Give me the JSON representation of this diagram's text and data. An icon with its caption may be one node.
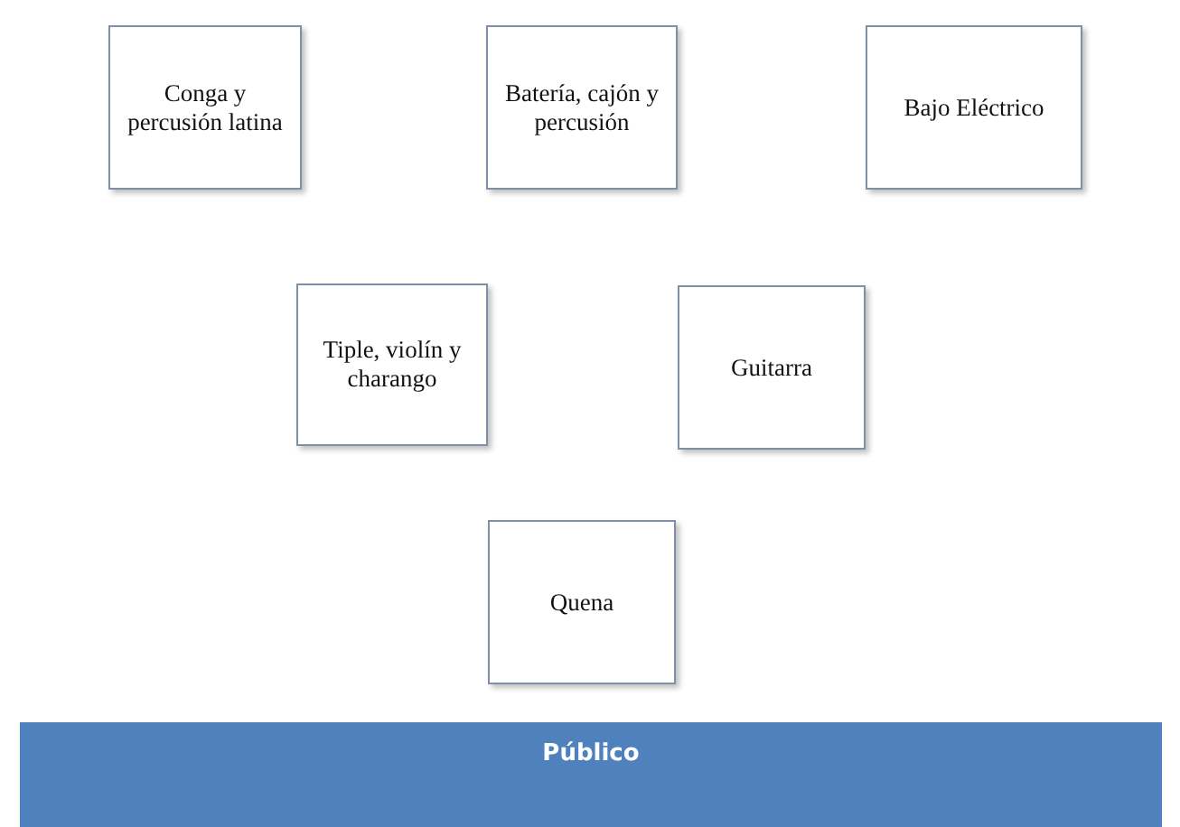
{
  "diagram": {
    "nodes": [
      {
        "text": [
          "Conga y percusión latina"
        ]
      },
      {
        "text": [
          "Batería, cajón y percusión"
        ]
      },
      {
        "text": [
          "Bajo Eléctrico"
        ]
      },
      {
        "text": [
          "Tiple, violín y charango"
        ]
      },
      {
        "text": [
          "Guitarra"
        ]
      },
      {
        "text": [
          "Quena"
        ]
      },
      {
        "text": [
          "Público"
        ]
      }
    ]
  }
}
